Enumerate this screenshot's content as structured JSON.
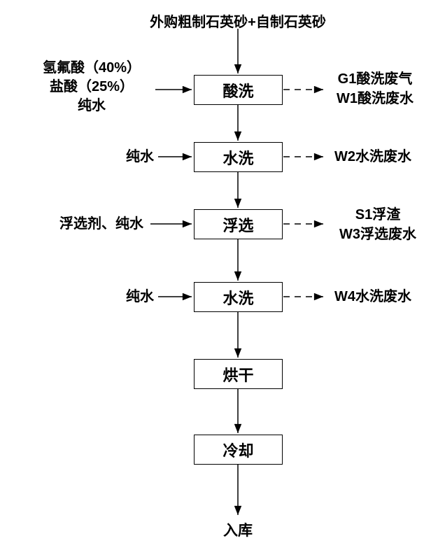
{
  "diagram": {
    "title": "外购粗制石英砂+自制石英砂",
    "final_label": "入库",
    "steps": [
      {
        "label": "酸洗",
        "inputs": [
          "氢氟酸（40%）",
          "盐酸（25%）",
          "纯水"
        ],
        "outputs": [
          "G1酸洗废气",
          "W1酸洗废水"
        ]
      },
      {
        "label": "水洗",
        "inputs": [
          "纯水"
        ],
        "outputs": [
          "W2水洗废水"
        ]
      },
      {
        "label": "浮选",
        "inputs": [
          "浮选剂、纯水"
        ],
        "outputs": [
          "S1浮渣",
          "W3浮选废水"
        ]
      },
      {
        "label": "水洗",
        "inputs": [
          "纯水"
        ],
        "outputs": [
          "W4水洗废水"
        ]
      },
      {
        "label": "烘干",
        "inputs": [],
        "outputs": []
      },
      {
        "label": "冷却",
        "inputs": [],
        "outputs": []
      }
    ],
    "legend": {
      "input_arrow_style": "solid",
      "output_arrow_style": "dashed"
    },
    "colors": {
      "background": "#ffffff",
      "line": "#000000",
      "box_border": "#000000",
      "box_fill": "#ffffff",
      "text": "#000000"
    }
  }
}
